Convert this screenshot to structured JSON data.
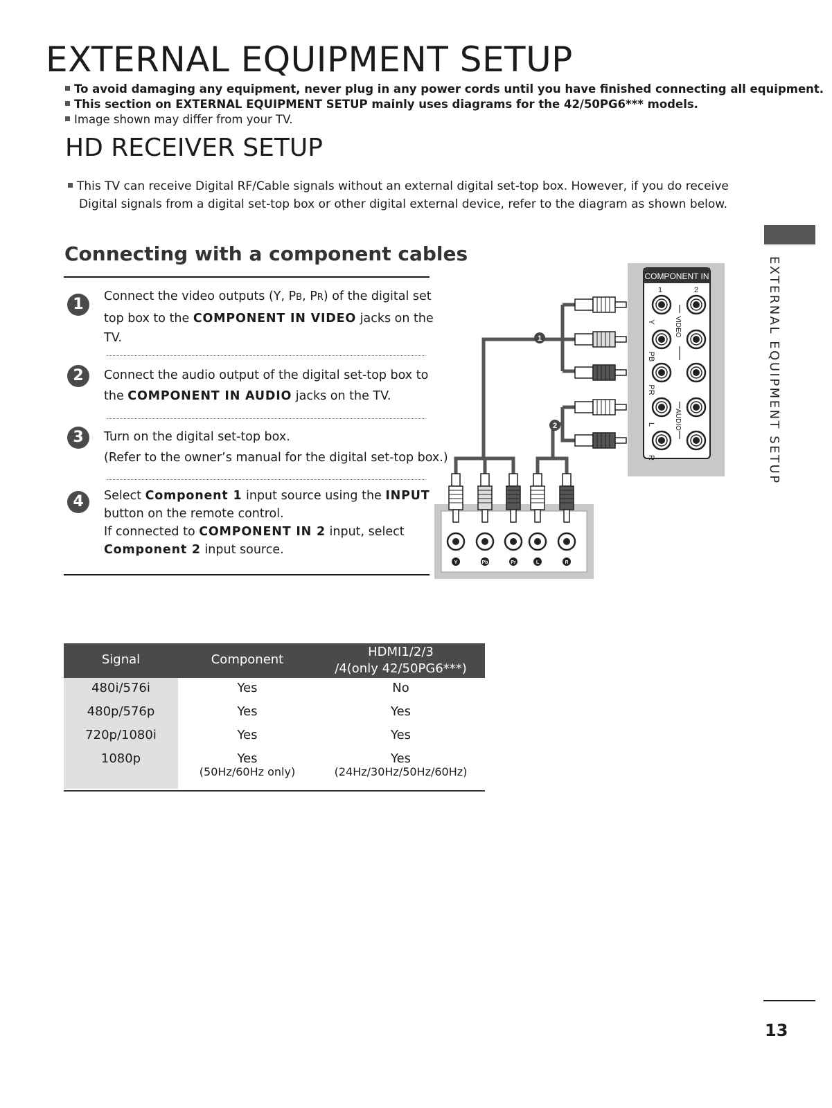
{
  "page": {
    "title": "EXTERNAL EQUIPMENT SETUP",
    "notes": [
      "To avoid damaging any equipment, never plug in any power cords until you have finished connecting all equipment.",
      "This section on EXTERNAL EQUIPMENT SETUP mainly uses diagrams for the 42/50PG6*** models.",
      "Image shown may differ from your TV."
    ],
    "section_title": "HD RECEIVER SETUP",
    "intro_line1": "This TV can receive Digital RF/Cable signals without an external digital set-top box. However, if you do receive",
    "intro_line2": "Digital signals from a digital set-top box or other digital external device, refer to the diagram as shown below.",
    "subsection_title": "Connecting with a component cables",
    "side_label": "EXTERNAL EQUIPMENT SETUP",
    "page_number": "13"
  },
  "steps": [
    {
      "num": "1",
      "a": "Connect the video outputs (Y, P",
      "pb_sub": "B",
      "sep": ", P",
      "pr_sub": "R",
      "b": ") of the digital set",
      "c": "top box to the ",
      "bold1": "COMPONENT IN VIDEO",
      "d": " jacks on the",
      "e": "TV."
    },
    {
      "num": "2",
      "a": "Connect the audio output of the digital set-top box to",
      "b": "the ",
      "bold1": "COMPONENT IN AUDIO",
      "c": " jacks on the TV."
    },
    {
      "num": "3",
      "a": "Turn on the digital set-top box.",
      "b": "(Refer to the owner’s manual for the digital set-top box.)"
    },
    {
      "num": "4",
      "a": "Select ",
      "bold1": "Component 1",
      "b": " input source using the ",
      "bold2": "INPUT",
      "c": "button on the remote control.",
      "d": "If connected to ",
      "bold3": "COMPONENT IN 2",
      "e": " input, select",
      "bold4": "Component 2",
      "f": " input source."
    }
  ],
  "diagram": {
    "panel_label": "COMPONENT IN",
    "col1": "1",
    "col2": "2",
    "jack_labels": [
      "Y",
      "PB",
      "PR",
      "L",
      "R"
    ],
    "video_label": "VIDEO",
    "audio_label": "AUDIO",
    "marker1": "1",
    "marker2": "2",
    "box_jacks": [
      "Y",
      "Pb",
      "Pr",
      "L",
      "R"
    ]
  },
  "table": {
    "headers": [
      "Signal",
      "Component",
      "HDMI1/2/3",
      "/4(only 42/50PG6***)"
    ],
    "rows": [
      {
        "signal": "480i/576i",
        "component": "Yes",
        "hdmi": "No"
      },
      {
        "signal": "480p/576p",
        "component": "Yes",
        "hdmi": "Yes"
      },
      {
        "signal": "720p/1080i",
        "component": "Yes",
        "hdmi": "Yes"
      },
      {
        "signal": "1080p",
        "component": "Yes",
        "hdmi": "Yes"
      }
    ],
    "component_note": "(50Hz/60Hz only)",
    "hdmi_note": "(24Hz/30Hz/50Hz/60Hz)"
  },
  "colors": {
    "dark": "#1b1b1b",
    "header_bg": "#4a4a4a",
    "panel_bg": "#c8c8c8",
    "signal_bg": "#e0e0e0"
  }
}
